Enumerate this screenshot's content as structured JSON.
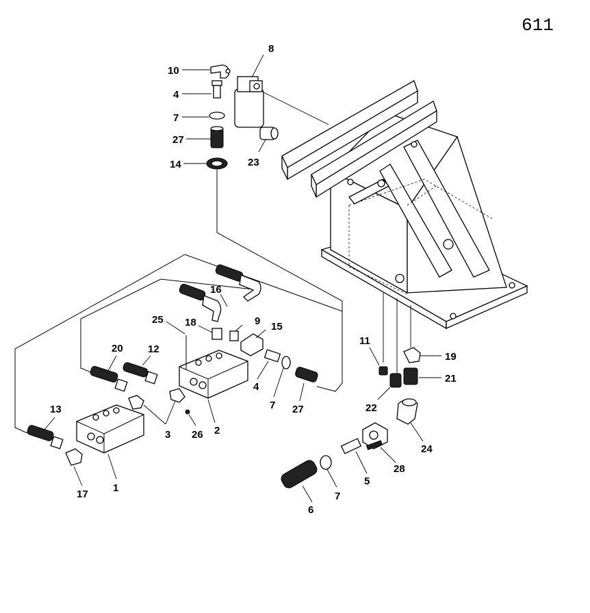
{
  "page_number": "611",
  "callouts": {
    "c1": "1",
    "c2": "2",
    "c3": "3",
    "c4a": "4",
    "c4b": "4",
    "c5": "5",
    "c6": "6",
    "c7a": "7",
    "c7b": "7",
    "c7c": "7",
    "c8": "8",
    "c9": "9",
    "c10": "10",
    "c11": "11",
    "c12": "12",
    "c13": "13",
    "c14": "14",
    "c15": "15",
    "c16": "16",
    "c17": "17",
    "c18": "18",
    "c19": "19",
    "c20": "20",
    "c21": "21",
    "c22": "22",
    "c23": "23",
    "c24": "24",
    "c25": "25",
    "c26": "26",
    "c27a": "27",
    "c27b": "27",
    "c28": "28"
  }
}
